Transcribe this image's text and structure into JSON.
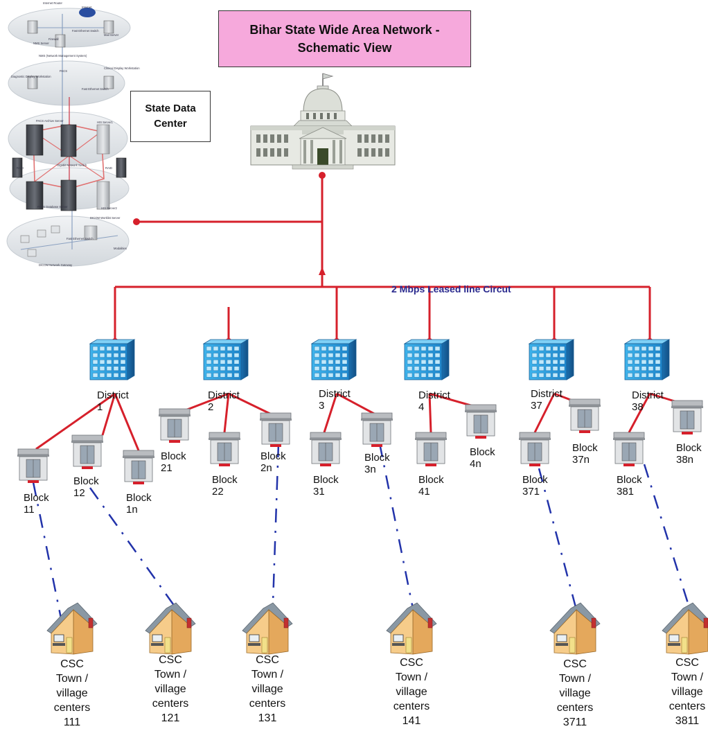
{
  "diagram": {
    "title_lines": [
      "Bihar State Wide Area Network -",
      "Schematic View"
    ],
    "data_center_lines": [
      "State Data",
      "Center"
    ],
    "link_label": "2 Mbps Leased line Circut",
    "colors": {
      "link": "#d6202b",
      "dash": "#2233aa",
      "title_fill": "#f6a9dc",
      "district_blue": "#2aa0e0",
      "house_roof": "#7a8a96",
      "house_wall": "#f2c27a",
      "label_blue": "#2a2a8e"
    },
    "datacenter_labels": [
      "Internet Router",
      "Internet",
      "Firewall",
      "Fast Ethernet Switch",
      "Mail Server",
      "NMS Server",
      "NMS (Network Management System)",
      "Diagnostic Display Workstation",
      "Clinical Display Workstation",
      "PACS",
      "Fast Ethernet Switch",
      "PACS Archive Server",
      "HIS Server1",
      "RAID",
      "Gigabit Network Switch",
      "RAID",
      "PACS Database Server",
      "HIS Server2",
      "DICOM Worklist Server",
      "Fast Ethernet Switch",
      "DICOM Network Gateway",
      "Modalities"
    ],
    "districts": [
      {
        "lines": [
          "District",
          "1"
        ]
      },
      {
        "lines": [
          "District",
          "2"
        ]
      },
      {
        "lines": [
          "District",
          "3"
        ]
      },
      {
        "lines": [
          "District",
          "4"
        ]
      },
      {
        "lines": [
          "District",
          "37"
        ]
      },
      {
        "lines": [
          "District",
          "38"
        ]
      }
    ],
    "blocks": [
      {
        "lines": [
          "Block",
          "11"
        ]
      },
      {
        "lines": [
          "Block",
          "12"
        ]
      },
      {
        "lines": [
          "Block",
          "1n"
        ]
      },
      {
        "lines": [
          "Block",
          "21"
        ]
      },
      {
        "lines": [
          "Block",
          "22"
        ]
      },
      {
        "lines": [
          "Block",
          "2n"
        ]
      },
      {
        "lines": [
          "Block",
          "31"
        ]
      },
      {
        "lines": [
          "Block",
          "3n"
        ]
      },
      {
        "lines": [
          "Block",
          "41"
        ]
      },
      {
        "lines": [
          "Block",
          "4n"
        ]
      },
      {
        "lines": [
          "Block",
          "371"
        ]
      },
      {
        "lines": [
          "Block",
          "37n"
        ]
      },
      {
        "lines": [
          "Block",
          "381"
        ]
      },
      {
        "lines": [
          "Block",
          "38n"
        ]
      }
    ],
    "cscs": [
      {
        "lines": [
          "CSC",
          "Town /",
          "village",
          "centers",
          "111"
        ]
      },
      {
        "lines": [
          "CSC",
          "Town /",
          "village",
          "centers",
          "121"
        ]
      },
      {
        "lines": [
          "CSC",
          "Town /",
          "village",
          "centers",
          "131"
        ]
      },
      {
        "lines": [
          "CSC",
          "Town /",
          "village",
          "centers",
          "141"
        ]
      },
      {
        "lines": [
          "CSC",
          "Town /",
          "village",
          "centers",
          "3711"
        ]
      },
      {
        "lines": [
          "CSC",
          "Town /",
          "village",
          "centers",
          "3811"
        ]
      }
    ]
  }
}
